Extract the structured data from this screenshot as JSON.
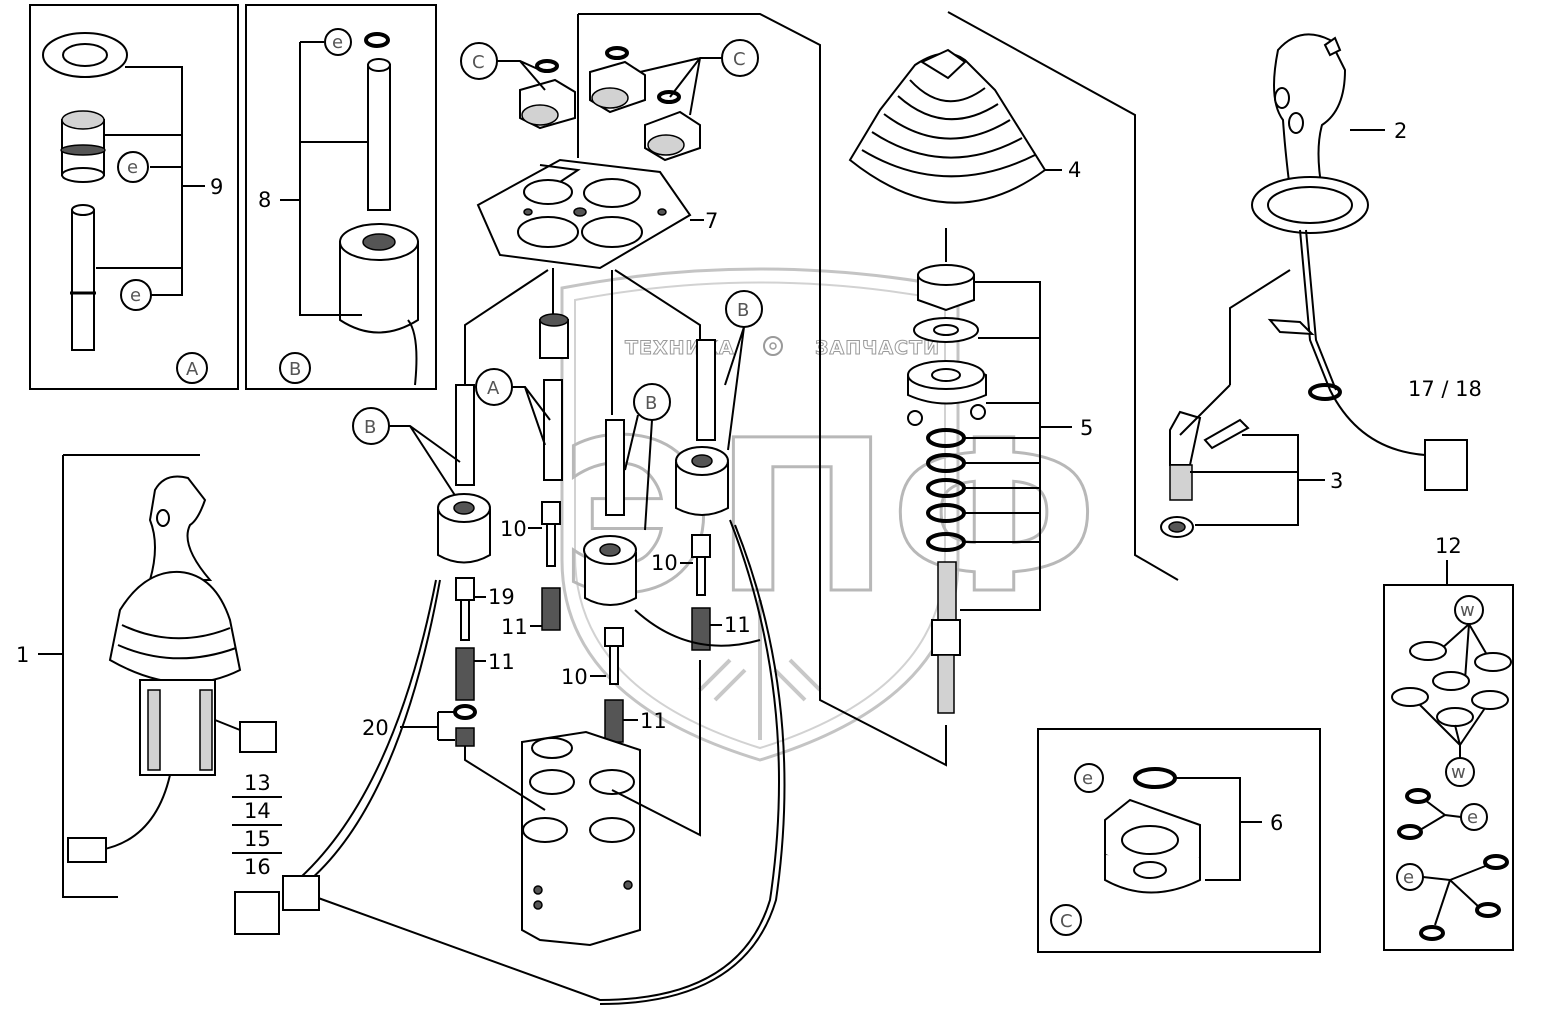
{
  "watermark": {
    "left_word": "ТЕХНИКА",
    "right_word": "ЗАПЧАСТИ",
    "big_letters": "ЭПФ"
  },
  "detail_views": {
    "A": "A",
    "B": "B",
    "C": "C"
  },
  "callouts": {
    "p1": "1",
    "p2": "2",
    "p3": "3",
    "p4": "4",
    "p5": "5",
    "p6": "6",
    "p7": "7",
    "p8": "8",
    "p9": "9",
    "p10": "10",
    "p11": "11",
    "p12": "12",
    "p13": "13",
    "p14": "14",
    "p15": "15",
    "p16": "16",
    "p17_18": "17 / 18",
    "p19": "19",
    "p20": "20"
  },
  "seal_refs": {
    "e": "e",
    "w": "w"
  }
}
